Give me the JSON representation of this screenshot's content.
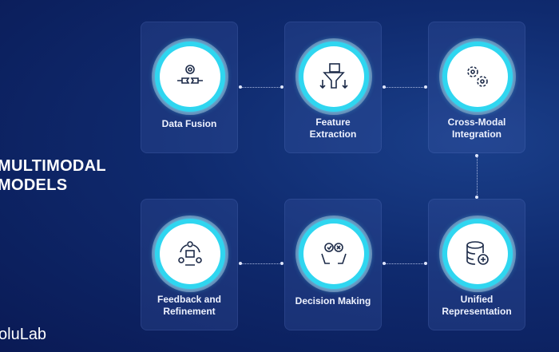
{
  "title": [
    "MULTIMODAL",
    "MODELS"
  ],
  "brand": "oluLab",
  "steps": [
    {
      "label": "Data Fusion",
      "icon": "data-fusion-icon"
    },
    {
      "label": "Feature Extraction",
      "icon": "funnel-icon"
    },
    {
      "label": "Cross-Modal Integration",
      "icon": "gears-icon"
    },
    {
      "label": "Feedback and Refinement",
      "icon": "team-feedback-icon"
    },
    {
      "label": "Decision Making",
      "icon": "decision-hands-icon"
    },
    {
      "label": "Unified Representation",
      "icon": "database-icon"
    }
  ]
}
